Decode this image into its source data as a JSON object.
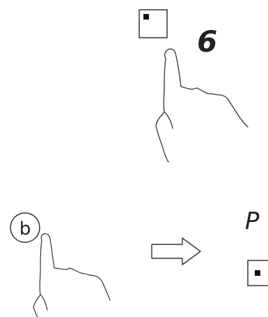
{
  "step_top": {
    "icon": "square-stop-key-icon",
    "display_digit": "6"
  },
  "step_bottom": {
    "key_label": "b",
    "arrow_icon": "right-arrow-icon",
    "display_text": "P",
    "result_icon": "square-stop-key-icon"
  },
  "colors": {
    "ink": "#222222",
    "background": "#ffffff"
  }
}
